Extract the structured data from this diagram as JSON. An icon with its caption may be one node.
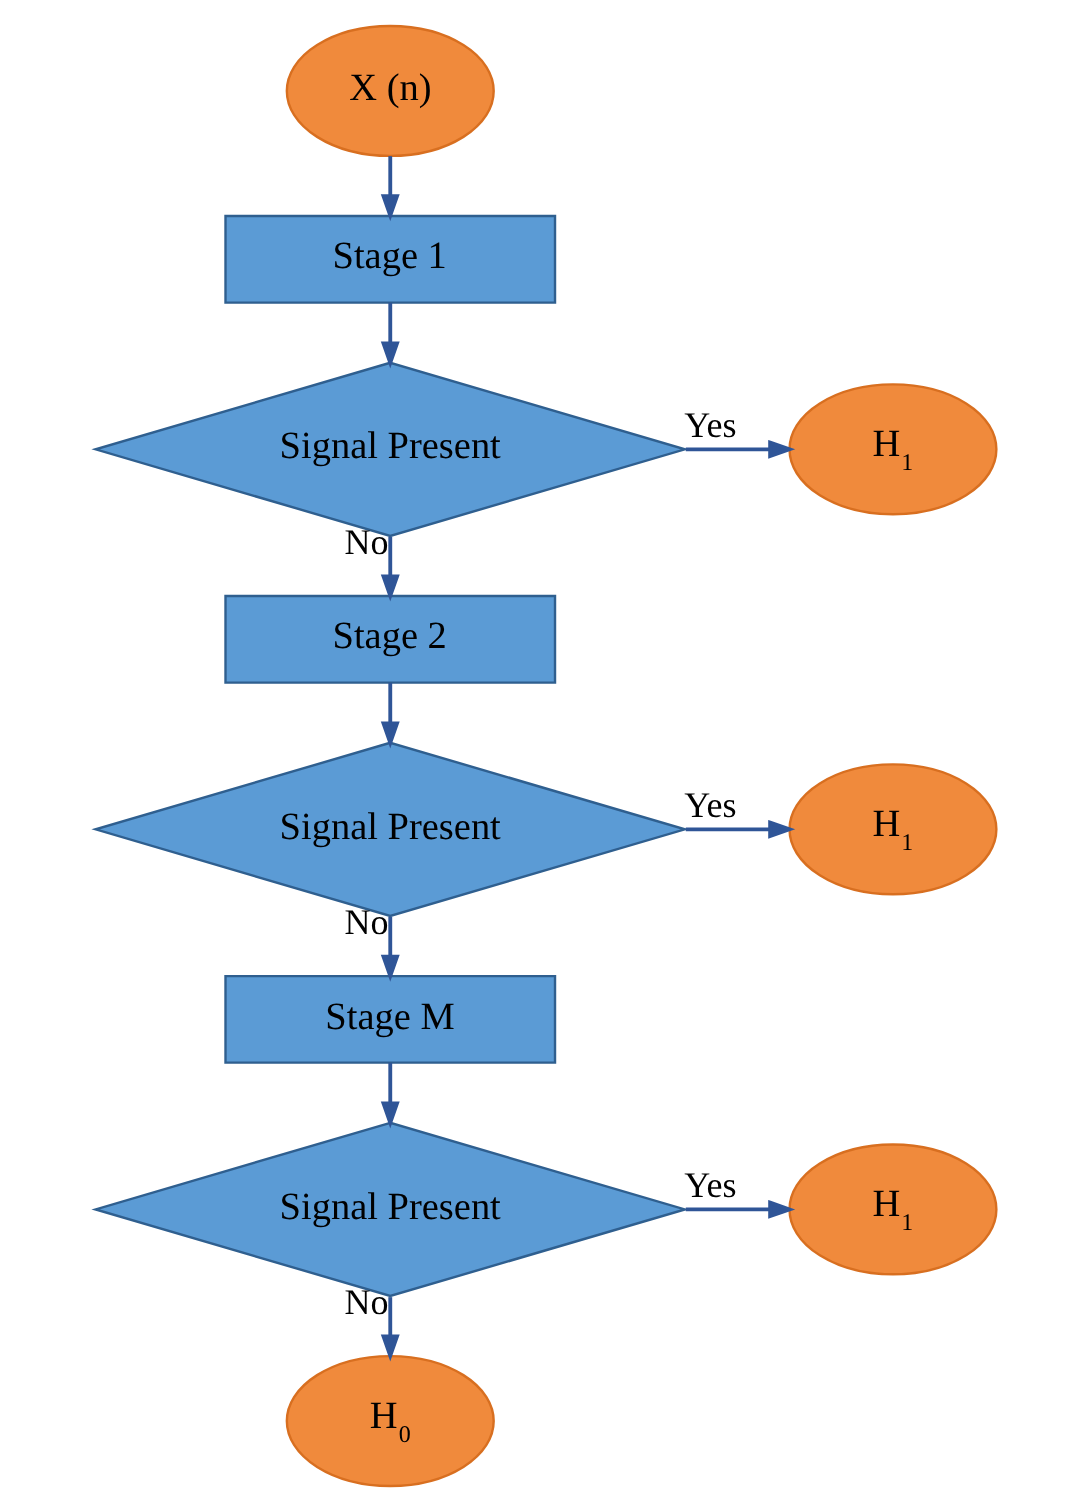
{
  "diagram": {
    "nodes": [
      {
        "text": [
          "X (n)"
        ]
      },
      {
        "text": [
          "Stage 1"
        ]
      },
      {
        "text": [
          "Signal Present"
        ]
      },
      {
        "text": [
          "H$_{1}$"
        ]
      },
      {
        "text": [
          "Stage 2"
        ]
      },
      {
        "text": [
          "Signal Present"
        ]
      },
      {
        "text": [
          "H$_{1}$"
        ]
      },
      {
        "text": [
          "Stage M"
        ]
      },
      {
        "text": [
          "Signal Present"
        ]
      },
      {
        "text": [
          "H$_{1}$"
        ]
      },
      {
        "text": [
          "H$_{0}$"
        ]
      }
    ],
    "edges": [
      {
        "from": 0,
        "to": 1,
        "arrow": "to"
      },
      {
        "from": 1,
        "to": 2,
        "arrow": "to"
      },
      {
        "from": 2,
        "to": 3,
        "arrow": "to",
        "label": "Yes"
      },
      {
        "from": 2,
        "to": 4,
        "arrow": "to",
        "label": "No"
      },
      {
        "from": 4,
        "to": 5,
        "arrow": "to"
      },
      {
        "from": 5,
        "to": 6,
        "arrow": "to",
        "label": "Yes"
      },
      {
        "from": 5,
        "to": 7,
        "arrow": "to",
        "label": "No"
      },
      {
        "from": 7,
        "to": 8,
        "arrow": "to"
      },
      {
        "from": 8,
        "to": 9,
        "arrow": "to",
        "label": "Yes"
      },
      {
        "from": 8,
        "to": 10,
        "arrow": "to",
        "label": "No"
      }
    ]
  }
}
